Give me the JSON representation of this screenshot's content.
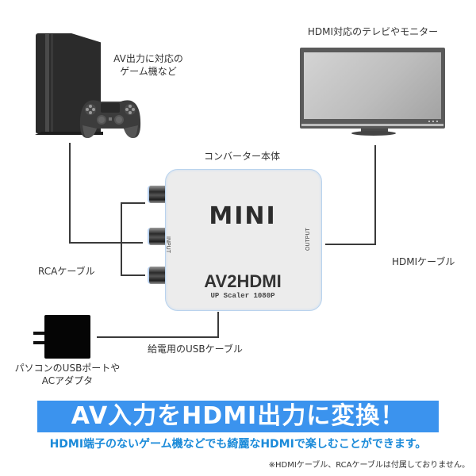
{
  "labels": {
    "console": [
      "AV出力に対応の",
      "ゲーム機など"
    ],
    "tv": "HDMI対応のテレビやモニター",
    "converter": "コンバーター本体",
    "rca_cable": "RCAケーブル",
    "hdmi_cable": "HDMIケーブル",
    "usb_cable": "給電用のUSBケーブル",
    "power_source": [
      "パソコンのUSBポートや",
      "ACアダプタ"
    ]
  },
  "converter": {
    "brand": "MINI",
    "model": "AV2HDMI",
    "subtitle": "UP Scaler 1080P",
    "input_label": "INPUT",
    "output_label": "OUTPUT"
  },
  "banner": {
    "headline": "AV入力をHDMI出力に変換！",
    "subline": "HDMI端子のないゲーム機などでも綺麗なHDMIで楽しむことができます。",
    "note": "※HDMIケーブル、RCAケーブルは付属しておりません。",
    "colors": {
      "banner_bg": "#3b93ee",
      "banner_text": "#ffffff",
      "subline_text": "#1a8ad9"
    }
  },
  "icons": {
    "console": "game-console-icon",
    "controller": "gamepad-icon",
    "tv": "tv-monitor-icon",
    "adapter": "power-adapter-icon",
    "rca_jack": "rca-jack-icon"
  }
}
